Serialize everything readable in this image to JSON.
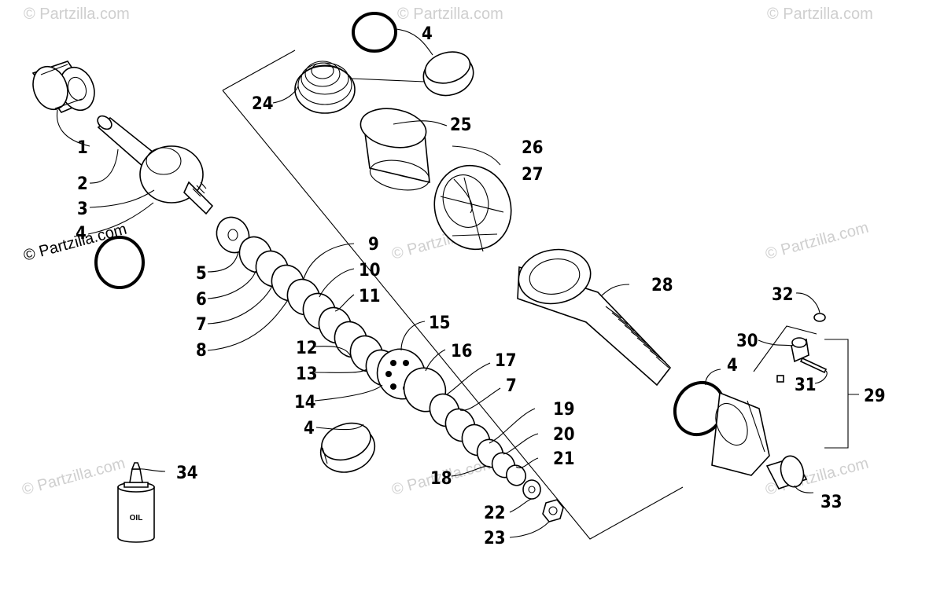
{
  "watermarks": {
    "light": "© Partzilla.com",
    "dark": "© Partzilla.com"
  },
  "oil_bottle_label": "OIL",
  "callouts": {
    "c1": "1",
    "c2": "2",
    "c3": "3",
    "c4a": "4",
    "c4b": "4",
    "c4c": "4",
    "c4d": "4",
    "c5": "5",
    "c6": "6",
    "c7a": "7",
    "c7b": "7",
    "c8": "8",
    "c9": "9",
    "c10": "10",
    "c11": "11",
    "c12": "12",
    "c13": "13",
    "c14": "14",
    "c15": "15",
    "c16": "16",
    "c17": "17",
    "c18": "18",
    "c19": "19",
    "c20": "20",
    "c21": "21",
    "c22": "22",
    "c23": "23",
    "c24": "24",
    "c25": "25",
    "c26": "26",
    "c27": "27",
    "c28": "28",
    "c29": "29",
    "c30": "30",
    "c31": "31",
    "c32": "32",
    "c33": "33",
    "c34": "34"
  }
}
